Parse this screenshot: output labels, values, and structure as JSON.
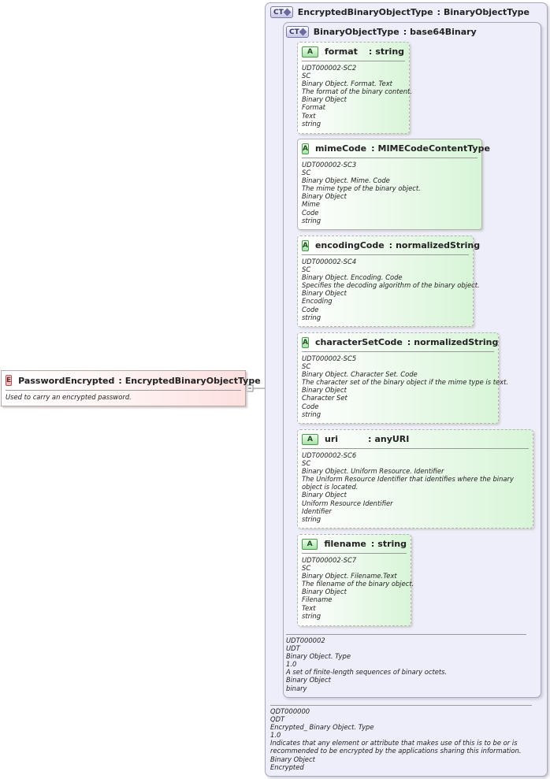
{
  "element": {
    "badge": "E",
    "name": "PasswordEncrypted",
    "type": "EncryptedBinaryObjectType",
    "doc": "Used to carry an encrypted password."
  },
  "outer_type": {
    "badge": "CT",
    "name": "EncryptedBinaryObjectType",
    "base": "BinaryObjectType",
    "doc": [
      "QDT000000",
      "QDT",
      "Encrypted_ Binary Object. Type",
      "1.0",
      "Indicates that any element or attribute that makes use of this is to be or is recommended to be encrypted by the applications sharing this information.",
      "Binary Object",
      "Encrypted"
    ]
  },
  "inner_type": {
    "badge": "CT",
    "name": "BinaryObjectType",
    "base": "base64Binary",
    "doc": [
      "UDT000002",
      "UDT",
      "Binary Object. Type",
      "1.0",
      "A set of finite-length sequences of binary octets.",
      "Binary Object",
      "binary"
    ]
  },
  "separator": ":",
  "attributes": [
    {
      "badge": "A",
      "name": "format",
      "type": "string",
      "doc": [
        "UDT000002-SC2",
        "SC",
        "Binary Object. Format. Text",
        "The format of the binary content.",
        "Binary Object",
        "Format",
        "Text",
        "string"
      ]
    },
    {
      "badge": "A",
      "name": "mimeCode",
      "type": "MIMECodeContentType",
      "doc": [
        "UDT000002-SC3",
        "SC",
        "Binary Object. Mime. Code",
        "The mime type of the binary object.",
        "Binary Object",
        "Mime",
        "Code",
        "string"
      ]
    },
    {
      "badge": "A",
      "name": "encodingCode",
      "type": "normalizedString",
      "doc": [
        "UDT000002-SC4",
        "SC",
        "Binary Object. Encoding. Code",
        "Specifies the decoding algorithm of the binary object.",
        "Binary Object",
        "Encoding",
        "Code",
        "string"
      ]
    },
    {
      "badge": "A",
      "name": "characterSetCode",
      "type": "normalizedString",
      "doc": [
        "UDT000002-SC5",
        "SC",
        "Binary Object. Character Set. Code",
        "The character set of the binary object if the mime type is text.",
        "Binary Object",
        "Character Set",
        "Code",
        "string"
      ]
    },
    {
      "badge": "A",
      "name": "uri",
      "type": "anyURI",
      "doc": [
        "UDT000002-SC6",
        "SC",
        "Binary Object. Uniform Resource. Identifier",
        "The Uniform Resource Identifier that identifies where the binary object is located.",
        "Binary Object",
        "Uniform Resource Identifier",
        "Identifier",
        "string"
      ]
    },
    {
      "badge": "A",
      "name": "filename",
      "type": "string",
      "doc": [
        "UDT000002-SC7",
        "SC",
        "Binary Object. Filename.Text",
        "The filename of the binary object.",
        "Binary Object",
        "Filename",
        "Text",
        "string"
      ]
    }
  ]
}
